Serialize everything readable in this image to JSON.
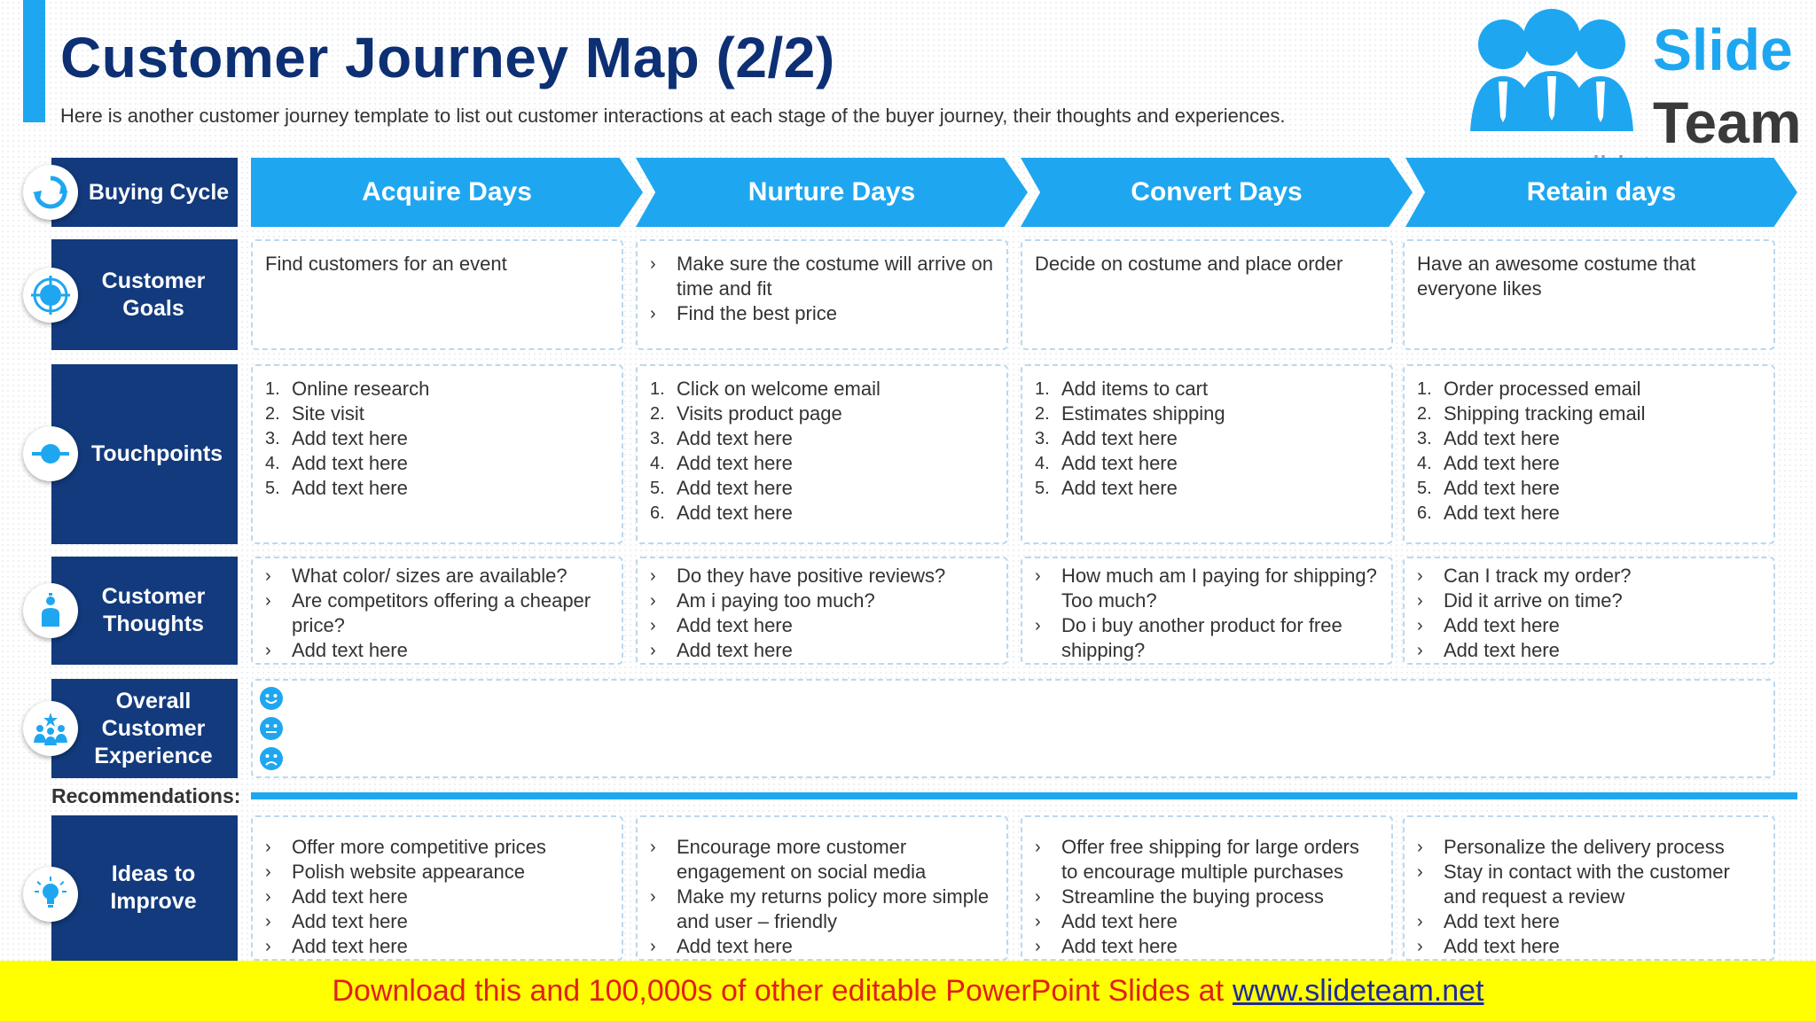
{
  "header": {
    "title": "Customer Journey Map (2/2)",
    "subtitle": "Here is another customer journey template to list out customer interactions at each stage of the buyer journey, their thoughts and experiences."
  },
  "logo": {
    "word1": "Slide",
    "word2": "Team",
    "url": "www.slideteam.net"
  },
  "rows": {
    "buying_cycle": "Buying Cycle",
    "goals": [
      "Customer",
      "Goals"
    ],
    "touchpoints": "Touchpoints",
    "thoughts": [
      "Customer",
      "Thoughts"
    ],
    "experience": [
      "Overall",
      "Customer",
      "Experience"
    ],
    "ideas": [
      "Ideas to",
      "Improve"
    ]
  },
  "stages": [
    "Acquire Days",
    "Nurture Days",
    "Convert Days",
    "Retain days"
  ],
  "goals": [
    {
      "text": "Find customers for an event"
    },
    {
      "items": [
        "Make sure the costume will arrive on time and fit",
        "Find the best price"
      ]
    },
    {
      "text": "Decide on costume and place order"
    },
    {
      "text": "Have an awesome costume that everyone likes"
    }
  ],
  "touchpoints": [
    [
      "Online research",
      "Site visit",
      "Add text here",
      "Add text here",
      "Add text here"
    ],
    [
      "Click on welcome email",
      "Visits product page",
      "Add text here",
      "Add text here",
      "Add text here",
      "Add text here"
    ],
    [
      "Add items to cart",
      "Estimates shipping",
      "Add text here",
      "Add text here",
      "Add text here"
    ],
    [
      "Order processed email",
      "Shipping tracking email",
      "Add text here",
      "Add text here",
      "Add text here",
      "Add text here"
    ]
  ],
  "thoughts": [
    [
      "What color/ sizes are available?",
      "Are competitors offering a cheaper price?",
      "Add text here"
    ],
    [
      "Do they have positive reviews?",
      "Am i paying too much?",
      "Add text here",
      "Add text here"
    ],
    [
      "How much am I paying for shipping? Too much?",
      "Do i buy another product for free shipping?"
    ],
    [
      "Can I track my order?",
      "Did it arrive on time?",
      "Add text here",
      "Add text here"
    ]
  ],
  "recommendations_label": "Recommendations:",
  "ideas": [
    [
      "Offer more competitive prices",
      "Polish website appearance",
      "Add text here",
      "Add text here",
      "Add text here"
    ],
    [
      "Encourage more customer engagement on social media",
      "Make my returns policy more simple and user – friendly",
      "Add text here"
    ],
    [
      "Offer free shipping for large orders to encourage multiple purchases",
      "Streamline the buying process",
      "Add text here",
      "Add text here"
    ],
    [
      "Personalize the delivery process",
      "Stay in contact with the customer and request a review",
      "Add text here",
      "Add text here"
    ]
  ],
  "banner": {
    "text": "Download this and 100,000s of other editable PowerPoint Slides at",
    "link": "www.slideteam.net"
  },
  "colors": {
    "accent": "#1ea7f0",
    "navy": "#123a7d",
    "title": "#0d2f73",
    "banner": "#ffff00",
    "banner_text": "#e0201b"
  },
  "icons": [
    "cycle-icon",
    "target-icon",
    "touchpoint-icon",
    "person-icon",
    "group-icon",
    "lightbulb-icon",
    "smile-face-icon",
    "neutral-face-icon",
    "sad-face-icon"
  ]
}
